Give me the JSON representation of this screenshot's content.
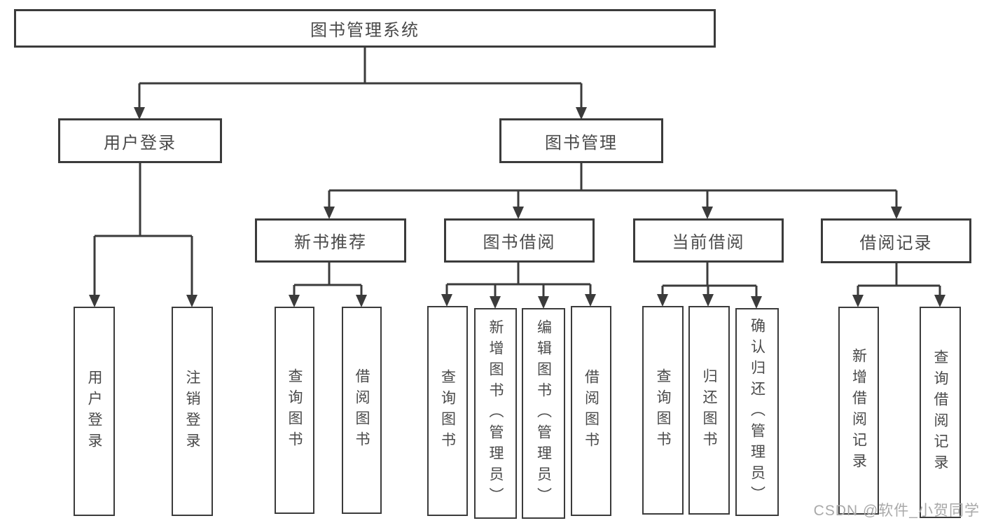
{
  "tree": {
    "label": "图书管理系统",
    "children": [
      {
        "label": "用户登录",
        "children": [
          {
            "label": "用户登录"
          },
          {
            "label": "注销登录"
          }
        ]
      },
      {
        "label": "图书管理",
        "children": [
          {
            "label": "新书推荐",
            "children": [
              {
                "label": "查询图书"
              },
              {
                "label": "借阅图书"
              }
            ]
          },
          {
            "label": "图书借阅",
            "children": [
              {
                "label": "查询图书"
              },
              {
                "label": "新增图书（管理员）"
              },
              {
                "label": "编辑图书（管理员）"
              },
              {
                "label": "借阅图书"
              }
            ]
          },
          {
            "label": "当前借阅",
            "children": [
              {
                "label": "查询图书"
              },
              {
                "label": "归还图书"
              },
              {
                "label": "确认归还（管理员）"
              }
            ]
          },
          {
            "label": "借阅记录",
            "children": [
              {
                "label": "新增借阅记录"
              },
              {
                "label": "查询借阅记录"
              }
            ]
          }
        ]
      }
    ]
  },
  "watermark": {
    "text": "CSDN @软件_小贺同学"
  },
  "colors": {
    "line": "#3b3b3b",
    "box_border": "#3b3b3b",
    "text": "#4a4a4a",
    "watermark": "#a9a9a9",
    "background": "#ffffff"
  }
}
